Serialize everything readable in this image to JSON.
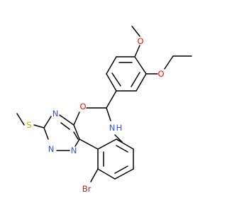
{
  "molecule": {
    "atoms": {
      "o_methoxy": {
        "label": "O",
        "color": "#ff0d0d"
      },
      "o_ethoxy": {
        "label": "O",
        "color": "#ff0d0d"
      },
      "o_ring": {
        "label": "O",
        "color": "#ff0d0d"
      },
      "n_imine": {
        "label": "N",
        "color": "#3050f8"
      },
      "n_triazine_1": {
        "label": "N",
        "color": "#3050f8"
      },
      "n_triazine_2": {
        "label": "N",
        "color": "#3050f8"
      },
      "nh": {
        "label": "N",
        "color": "#3050f8"
      },
      "nh_h": {
        "label": "H",
        "color": "#3050f8"
      },
      "s": {
        "label": "S",
        "color": "#c8a800"
      },
      "br": {
        "label": "Br",
        "color": "#a62929"
      }
    }
  }
}
